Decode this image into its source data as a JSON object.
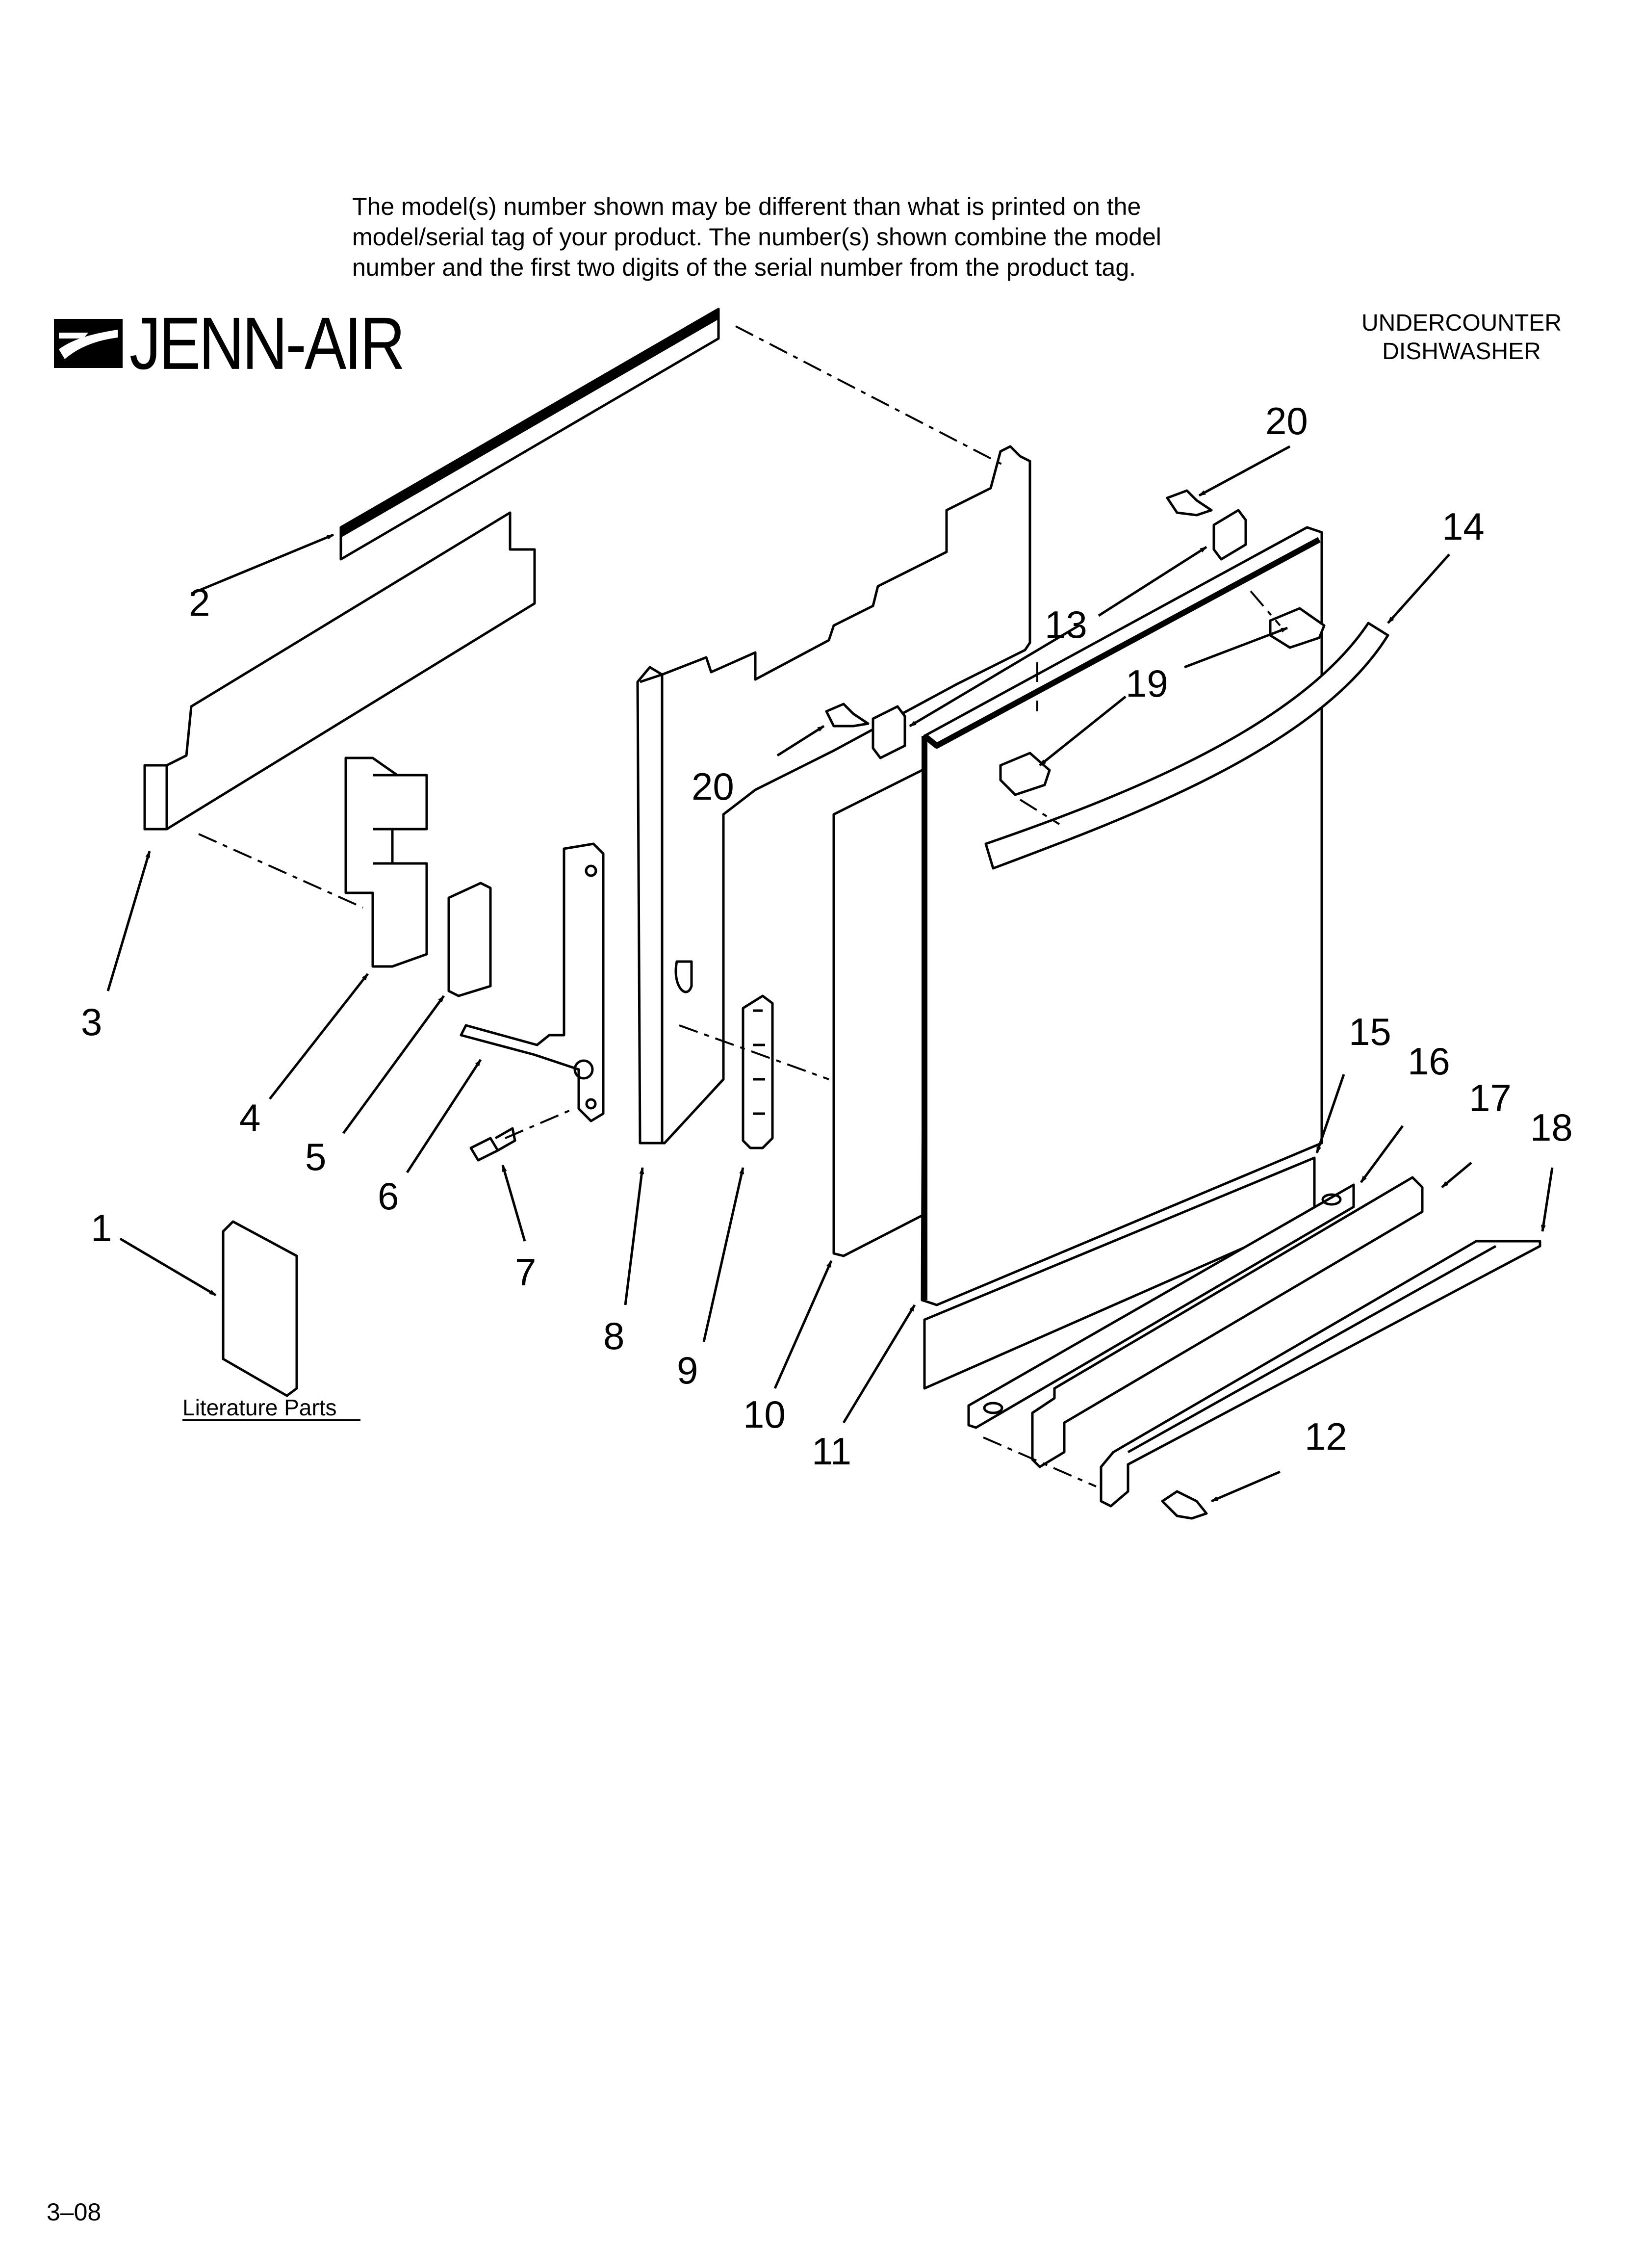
{
  "header": {
    "note_lines": [
      "The model(s) number shown may be different than what is printed on the",
      "model/serial tag of your product. The number(s) shown combine the model",
      "number and the first two digits of the serial number from the product tag."
    ],
    "brand": "JENN-AIR",
    "product_lines": [
      "UNDERCOUNTER",
      "DISHWASHER"
    ]
  },
  "callouts": {
    "c1": "1",
    "c2": "2",
    "c3": "3",
    "c4": "4",
    "c5": "5",
    "c6": "6",
    "c7": "7",
    "c8": "8",
    "c9": "9",
    "c10": "10",
    "c11": "11",
    "c12": "12",
    "c13": "13",
    "c14": "14",
    "c15": "15",
    "c16": "16",
    "c17": "17",
    "c18": "18",
    "c19": "19",
    "c20a": "20",
    "c20b": "20"
  },
  "literature_label": "Literature Parts",
  "footer": {
    "page_code": "3–08"
  }
}
